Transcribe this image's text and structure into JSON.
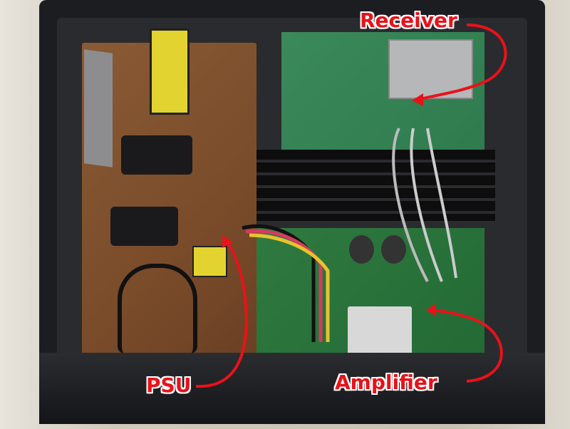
{
  "labels": {
    "receiver": "Receiver",
    "psu": "PSU",
    "amplifier": "Amplifier"
  },
  "colors": {
    "label": "#e8121a",
    "arrow": "#e8121a"
  }
}
